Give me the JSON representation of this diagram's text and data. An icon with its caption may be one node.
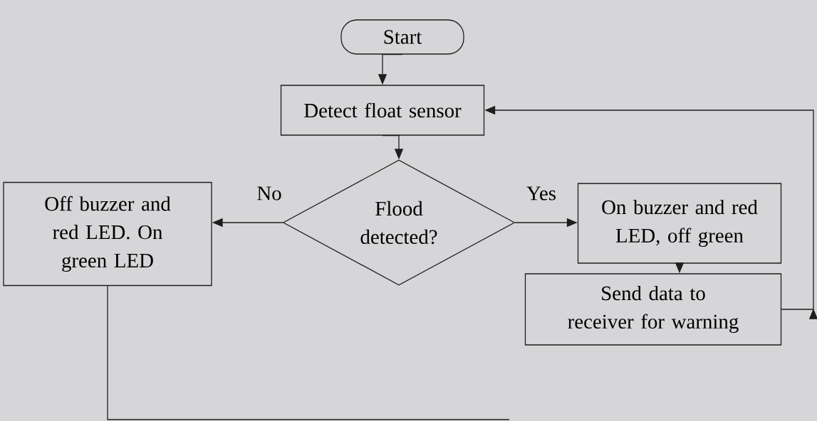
{
  "diagram": {
    "nodes": [
      {
        "text": [
          "Start"
        ]
      },
      {
        "text": [
          "Detect float sensor"
        ]
      },
      {
        "text": [
          "Flood detected?"
        ]
      },
      {
        "text": [
          "Off buzzer and red LED. On green LED"
        ]
      },
      {
        "text": [
          "On buzzer and red LED, off green"
        ]
      },
      {
        "text": [
          "Send data to receiver for warning"
        ]
      }
    ],
    "edges": [
      {
        "from": 0,
        "to": 1,
        "arrow": "to"
      },
      {
        "from": 1,
        "to": 2,
        "arrow": "to"
      },
      {
        "from": 2,
        "to": 3,
        "arrow": "to",
        "label": "No"
      },
      {
        "from": 2,
        "to": 4,
        "arrow": "to",
        "label": "Yes"
      },
      {
        "from": 4,
        "to": 5,
        "arrow": "to"
      },
      {
        "from": 5,
        "to": 1,
        "arrow": "to"
      },
      {
        "from": 3,
        "to": null,
        "arrow": "none"
      }
    ]
  }
}
